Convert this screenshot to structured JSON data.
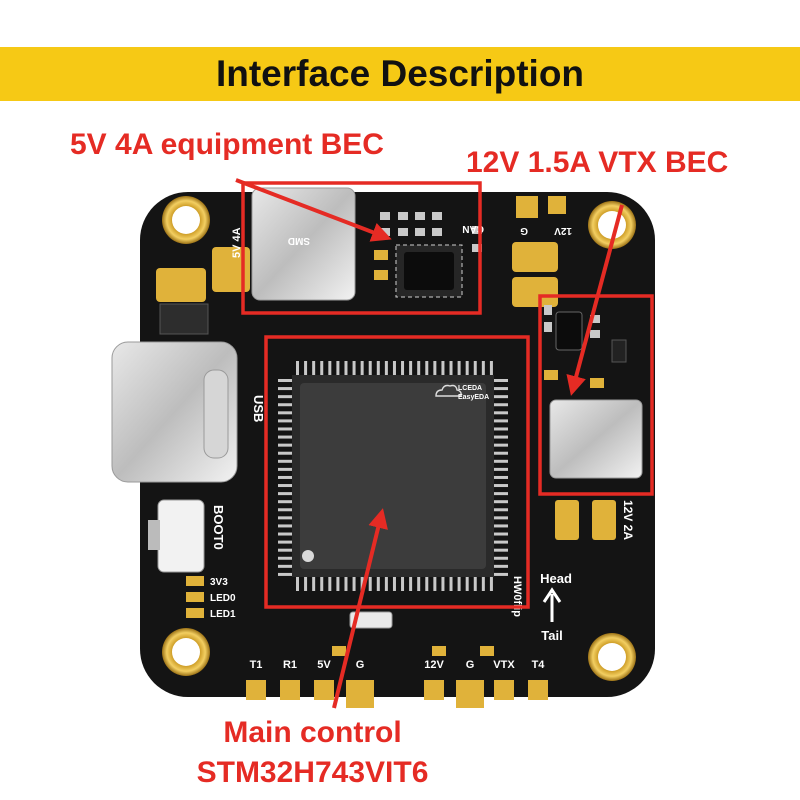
{
  "header": {
    "title": "Interface Description"
  },
  "callouts": {
    "bec5v": "5V 4A equipment BEC",
    "bec12v": "12V 1.5A VTX BEC",
    "main_line1": "Main control",
    "main_line2": "STM32H743VIT6"
  },
  "board": {
    "silkscreen": {
      "bec_5v": "5V 4A",
      "can": "CAN",
      "g_top": "G",
      "v12_top": "12V",
      "usb": "USB",
      "boot": "BOOT0",
      "led_3v3": "3V3",
      "led0": "LED0",
      "led1": "LED1",
      "pad_t1": "T1",
      "pad_r1": "R1",
      "pad_5v": "5V",
      "pad_g1": "G",
      "pad_12v": "12V",
      "pad_g2": "G",
      "pad_vtx": "VTX",
      "pad_t4": "T4",
      "v12_2a": "12V 2A",
      "head": "Head",
      "tail": "Tail",
      "hw0flip": "HW0flip",
      "smd": "SMD",
      "logo_line1": "LCEDA",
      "logo_line2": "EasyEDA"
    }
  },
  "colors": {
    "banner": "#f6c915",
    "callout": "#e52b24",
    "board": "#141414",
    "gold": "#e0b23a",
    "chip": "#3c3c3c"
  }
}
